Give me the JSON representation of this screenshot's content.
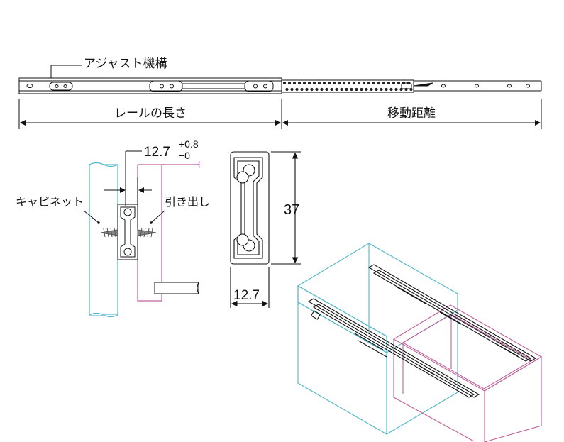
{
  "labels": {
    "adjust": "アジャスト機構",
    "rail_length": "レールの長さ",
    "travel": "移動距離",
    "cabinet": "キャビネット",
    "drawer": "引き出し"
  },
  "dimensions": {
    "gap_value": "12.7",
    "gap_tol_plus": "+0.8",
    "gap_tol_minus": "−0",
    "height": "37",
    "width": "12.7"
  },
  "colors": {
    "cabinet": "#4fb8c8",
    "drawer": "#c0609a",
    "line": "#111111"
  }
}
